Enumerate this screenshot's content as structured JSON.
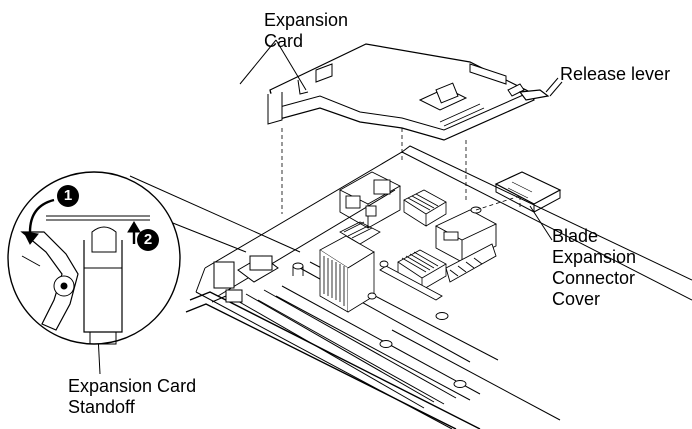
{
  "callouts": {
    "expansion_card": [
      "Expansion",
      "Card"
    ],
    "release_lever": "Release lever",
    "connector_cover": [
      "Blade",
      "Expansion",
      "Connector",
      "Cover"
    ],
    "card_standoff": [
      "Expansion Card",
      "Standoff"
    ]
  },
  "steps": [
    "1",
    "2"
  ],
  "colors": {
    "ink": "#000000",
    "paper": "#ffffff",
    "shade": "#d8d8d8"
  }
}
